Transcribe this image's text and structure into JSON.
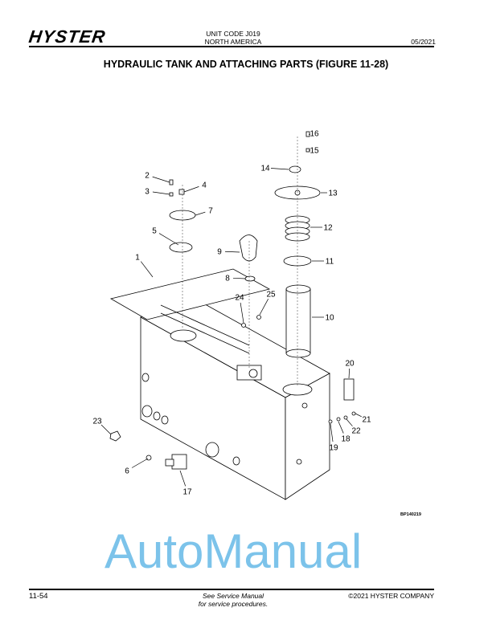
{
  "header": {
    "logo": "HYSTER",
    "unit_code": "UNIT CODE J019",
    "region": "NORTH AMERICA",
    "date": "05/2021"
  },
  "title": "HYDRAULIC TANK AND ATTACHING PARTS (FIGURE 11-28)",
  "figure": {
    "id": "BP140219",
    "callouts": [
      "1",
      "2",
      "3",
      "4",
      "5",
      "6",
      "7",
      "8",
      "9",
      "10",
      "11",
      "12",
      "13",
      "14",
      "15",
      "16",
      "17",
      "18",
      "19",
      "20",
      "21",
      "22",
      "23",
      "24",
      "25"
    ]
  },
  "watermark": "AutoManual",
  "footer": {
    "page": "11-54",
    "note_line1": "See Service Manual",
    "note_line2": "for service procedures.",
    "copyright": "©2021 HYSTER COMPANY"
  },
  "colors": {
    "watermark": "#7cc3ea"
  }
}
